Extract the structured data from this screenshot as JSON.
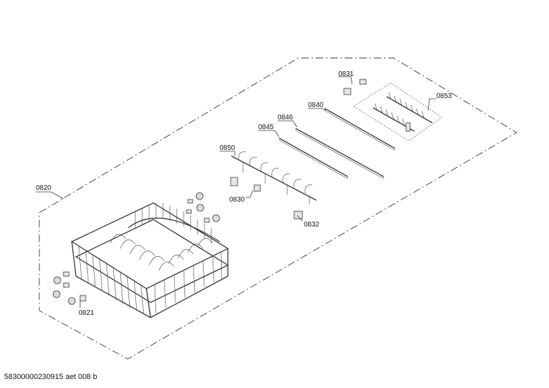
{
  "callouts": {
    "c0820": "0820",
    "c0821": "0821",
    "c0830": "0830",
    "c0831": "0831",
    "c0832": "0832",
    "c0840": "0840",
    "c0845": "0845",
    "c0846": "0846",
    "c0850": "0850",
    "c0853": "0853"
  },
  "document_reference": "58300000230915 aet 008 b"
}
